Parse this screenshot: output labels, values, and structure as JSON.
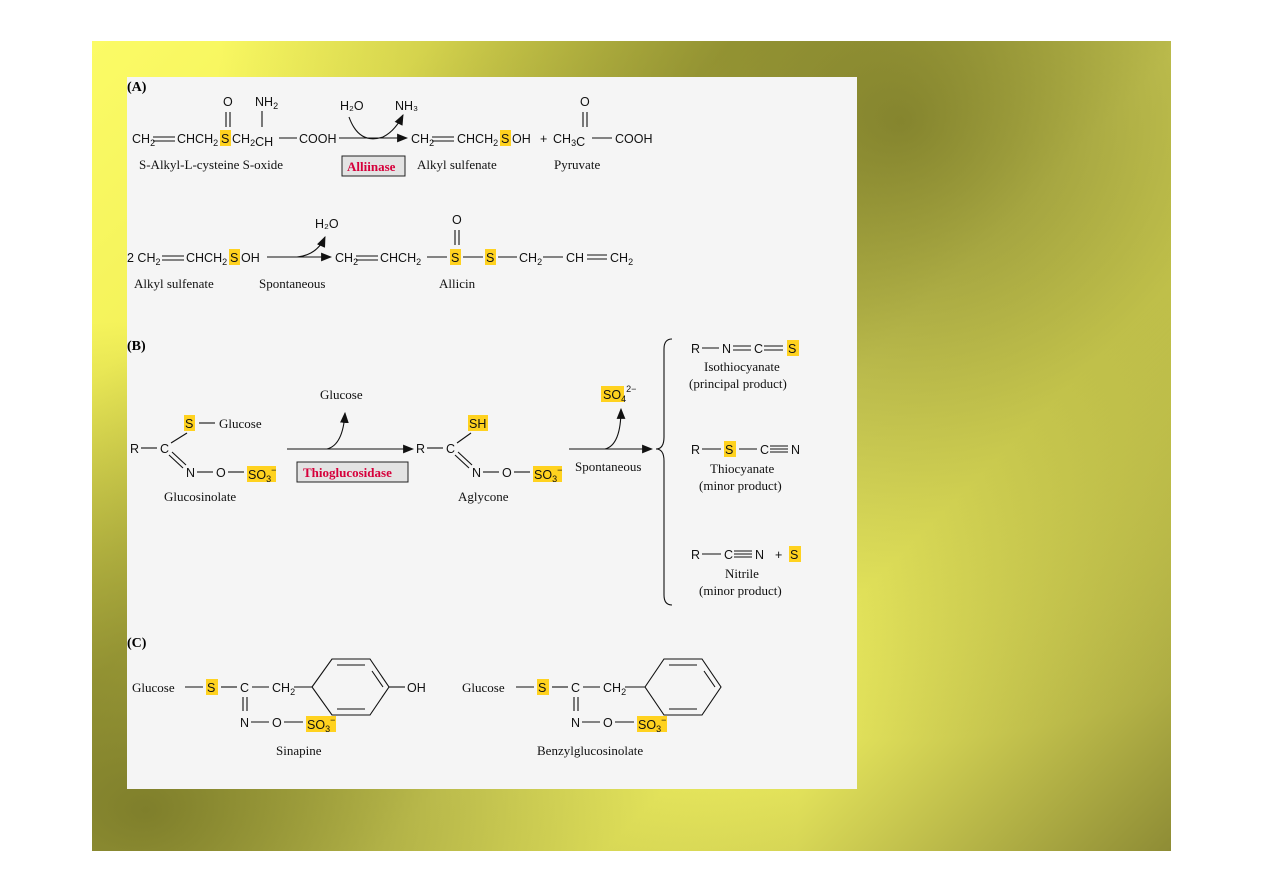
{
  "panels": {
    "a_label": "(A)",
    "b_label": "(B)",
    "c_label": "(C)"
  },
  "panel_a": {
    "substrate_name": "S-Alkyl-L-cysteine S-oxide",
    "enzyme": "Alliinase",
    "water": "H₂O",
    "ammonia": "NH₃",
    "product1_name": "Alkyl sulfenate",
    "product2_name": "Pyruvate",
    "row2_reactant_name": "Alkyl sulfenate",
    "row2_condition": "Spontaneous",
    "row2_water": "H₂O",
    "row2_product_name": "Allicin"
  },
  "panel_b": {
    "glucose_released": "Glucose",
    "substrate_name": "Glucosinolate",
    "enzyme": "Thioglucosidase",
    "intermediate_name": "Aglycone",
    "condition": "Spontaneous",
    "product1_name": "Isothiocyanate",
    "product1_note": "(principal product)",
    "product2_name": "Thiocyanate",
    "product2_note": "(minor product)",
    "product3_name": "Nitrile",
    "product3_note": "(minor product)"
  },
  "panel_c": {
    "compound1_name": "Sinapine",
    "compound2_name": "Benzylglucosinolate"
  },
  "colors": {
    "highlight": "#ffd21f",
    "enzyme_text": "#d6003b",
    "slide_yellow": "#fbfb66",
    "slide_olive": "#7a7a2c"
  }
}
